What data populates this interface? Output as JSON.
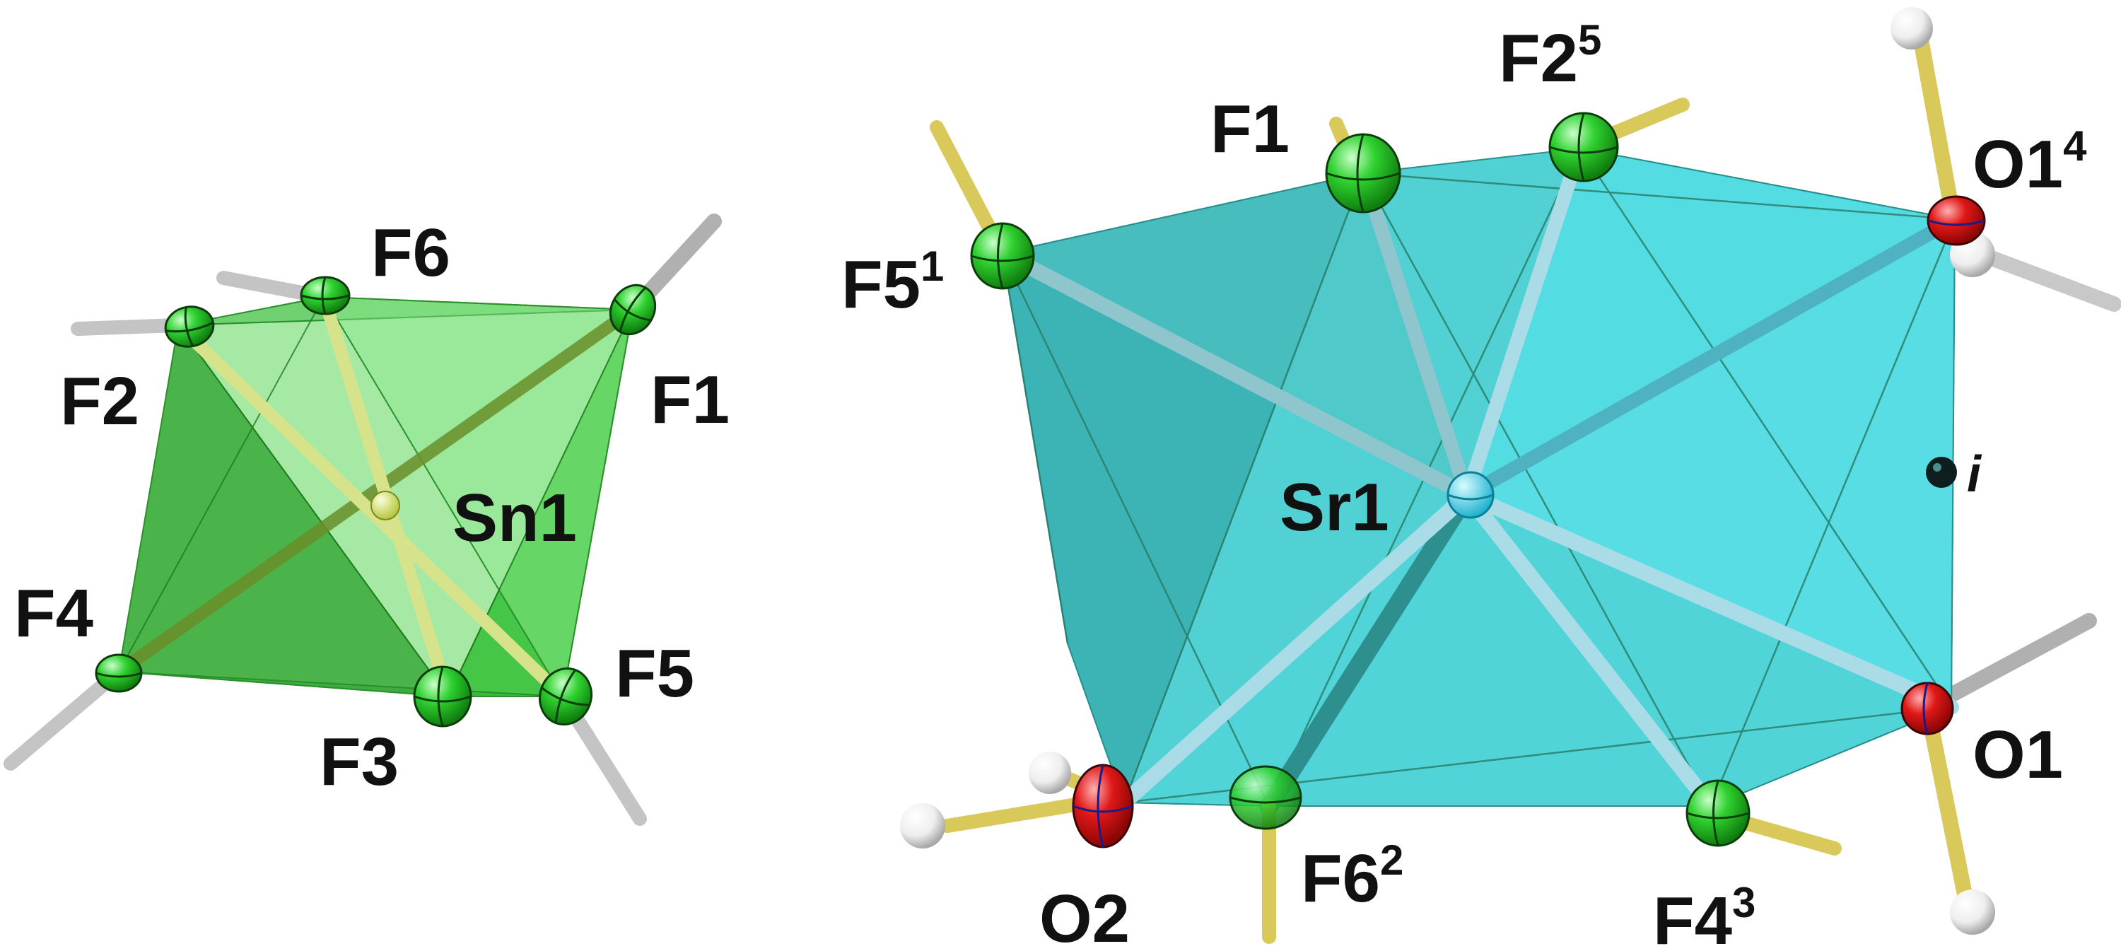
{
  "panels": {
    "left": {
      "center": "Sn1",
      "atoms": [
        "F1",
        "F2",
        "F3",
        "F4",
        "F5",
        "F6"
      ]
    },
    "right": {
      "center": "Sr1",
      "atoms": [
        {
          "base": "F1",
          "sup": ""
        },
        {
          "base": "F2",
          "sup": "5"
        },
        {
          "base": "F5",
          "sup": "1"
        },
        {
          "base": "O1",
          "sup": "4"
        },
        {
          "base": "O1",
          "sup": ""
        },
        {
          "base": "O2",
          "sup": ""
        },
        {
          "base": "F6",
          "sup": "2"
        },
        {
          "base": "F4",
          "sup": "3"
        }
      ],
      "inversion_label": "i"
    }
  },
  "colors": {
    "fluorine": "#2fd12f",
    "oxygen": "#e01818",
    "hydrogen": "#f2f2f2",
    "tin": "#d8e86a",
    "strontium": "#29c6e0",
    "sn_polyhedron": "#3dbb3d",
    "sr_polyhedron": "#3fd3d6",
    "sn_bond": "#d6e38a",
    "sr_bond": "#a9dce6",
    "h_bond_gold": "#d9c85a",
    "h_bond_gray": "#bdbdbd"
  }
}
